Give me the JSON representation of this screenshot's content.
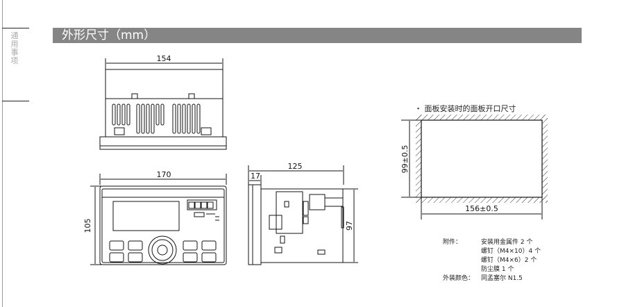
{
  "sidebar": {
    "label": "通用事项"
  },
  "header": {
    "title": "外形尺寸（mm）"
  },
  "dims": {
    "top_width": "154",
    "front_width": "170",
    "front_height": "105",
    "side_depth": "125",
    "side_front": "17",
    "side_height": "97",
    "cut_height": "99±0.5",
    "cut_width": "156±0.5"
  },
  "cutout": {
    "title": "・ 面板安装时的面板开口尺寸"
  },
  "accessories": {
    "label": "附件：",
    "items": [
      "安装用金属件 2 个",
      "螺钉（M4×10）4 个",
      "螺钉（M4×6）2 个",
      "防尘膜 1 个"
    ],
    "color_label": "外装颜色：",
    "color_value": "同孟塞尔 N1.5"
  }
}
